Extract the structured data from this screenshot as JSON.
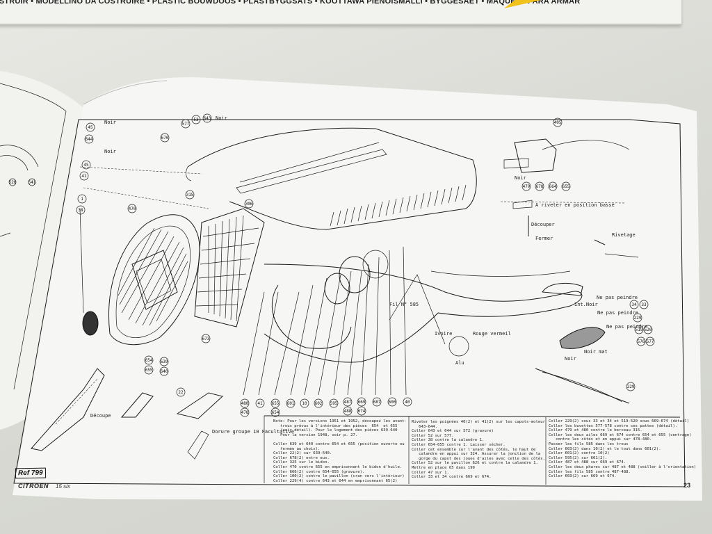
{
  "box_strip_text": "OSTRUIR • MODELLINO DA COSTRUIRE • PLASTIC BOUWDOOS • PLASTBYGGSATS • KOOTTAWA PIENOISMALLI • BYGGESAET • MAQUETA PARA ARMAR",
  "colors": {
    "table": "#dcdcd6",
    "page": "#f6f6f4",
    "ink": "#1c1c1c",
    "box_accent": "#f2c21c"
  },
  "ref_label": "Ref 799",
  "footer": {
    "brand": "CITROEN",
    "model": "15 six",
    "page_number": "23"
  },
  "callouts": {
    "top_left": [
      "45",
      "644",
      "45",
      "41",
      "1",
      "38",
      "470",
      "670",
      "577",
      "53",
      "643",
      "315",
      "306"
    ],
    "bottom_row": [
      "480",
      "478",
      "41",
      "655",
      "654",
      "601",
      "10",
      "602",
      "595",
      "487",
      "488",
      "669",
      "674",
      "687",
      "600",
      "40"
    ],
    "top_right": [
      "405",
      "479",
      "678",
      "664",
      "655"
    ],
    "right_side": [
      "34",
      "33",
      "229",
      "519",
      "520",
      "576",
      "577",
      "673",
      "229"
    ],
    "lower_left": [
      "654",
      "639",
      "655",
      "640",
      "22"
    ]
  },
  "labels": {
    "noir": "Noir",
    "decoupe": "Découpe",
    "fil": "Fil N° 585",
    "rouge": "Rouge vermeil",
    "ivoire": "Ivoire",
    "alu": "Alu",
    "ne_pas_peindre": "Ne pas peindre",
    "int_noir": "Int.Noir",
    "noir_mat": "Noir mat",
    "river": "A riveter en position basse",
    "decouper": "Découper",
    "fermer": "Fermer",
    "rivetage": "Rivetage",
    "dorure": "Dorure groupe 10\nFacultative"
  },
  "notes": {
    "col1": "Note: Pour les versions 1951 et 1952, découpez les avant-\n   trous prévus à l'intérieur des pièces  654  et 655\n   (voir détail). Pour le logement des pièces 639-640\n   Pour la version 1948, voir p. 27.\n\nColler 639 et 640 contre 654 et 655 (position ouverte ou\n   fermée au choix).\nColler 22(2) sur 639-640.\nColler 678(2) entre eux.\nColler 325 sur le bidon.\nColler 470 contre 655 en emprisonnant le bidon d'huile.\nColler 666(2) contre 654-655 (gravure).\nColler 100(2) contre le pavillon (cran vers l'intérieur)\nColler 229(4) contre 643 et 644 en emprisonnant 65(2)",
    "col2": "Riveter les poignées 40(2) et 41(2) sur les capots-moteur\n   643-644.\nColler 643 et 644 sur 572 (gravure)\nColler 52 sur 577.\nColler 38 contre la calandre 1.\nColler 654-655 contre 1. Laisser sécher.\nColler cet ensemble sur l'avant des côtés, le haut de\n   calandre en appui sur 324. Assurer la jonction de la\n   gorge du capot des joues d'ailes avec celle des côtés.\nColler 52 sur le pavillon 626 et contre la calandre 1.\nMettre en place 65 dans 199\nColler 47 sur 1.\nColler 33 et 34 contre 669 et 674.",
    "col3": "Coller 229(2) sous 33 et 34 et 519-520 sous 669-674 (détail)\nColler les buvettes 577-578 contre ces pattes (détail).\nColler 479 et 480 contre le berceau 315.\nColler les deux ailes 669 et 674 contre 654 et 655 (centrage)\n   contre les côtés et en appui sur 478-480.\nPasser les fils 585 dans les trous\nColler 603(2) dans 10(2) et le tout dans 601(2).\nColler 601(2) contre 10(2)\nColler 595(2) sur 601(2).\nColler 487 et 488 sur 669 et 674.\nColler les deux phares sur 487 et 488 (veiller à l'orientation)\nColler les fils 585 contre 487-488.\nColler 603(2) sur 669 et 674."
  }
}
